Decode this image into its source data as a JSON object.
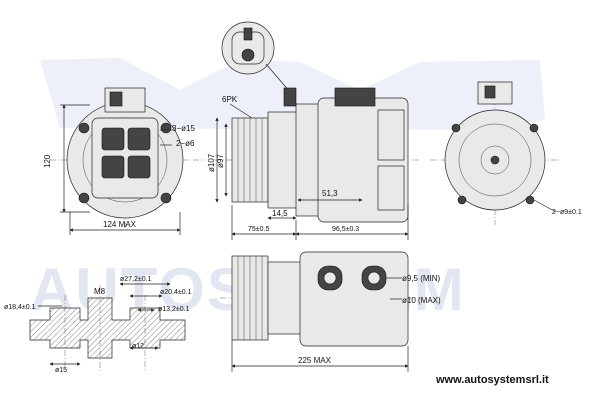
{
  "watermark": {
    "text_top": "",
    "text_bottom": "AUTOSYSTEM"
  },
  "website": "www.autosystemsrl.it",
  "dims": {
    "d_15": "3−ø15",
    "d_6": "2−ø6",
    "h_120": "120",
    "w_124": "124 MAX",
    "pk": "6PK",
    "d_107": "ø107",
    "d_97": "ø97",
    "l_51": "51,3",
    "l_14": "14,5",
    "l_75": "75±0.5",
    "l_96": "96,5±0.3",
    "d_9_holes": "2−ø9±0.1",
    "m8": "M8",
    "d_27": "ø27,2±0.1",
    "d_20": "ø20,4±0.1",
    "d_18": "ø18,4±0.1",
    "d_13": "ø13,2±0.1",
    "d_12": "ø12",
    "d_15b": "ø15",
    "d_9_5": "ø9,5 (MIN)",
    "d_10": "ø10 (MAX)",
    "l_225": "225 MAX"
  }
}
